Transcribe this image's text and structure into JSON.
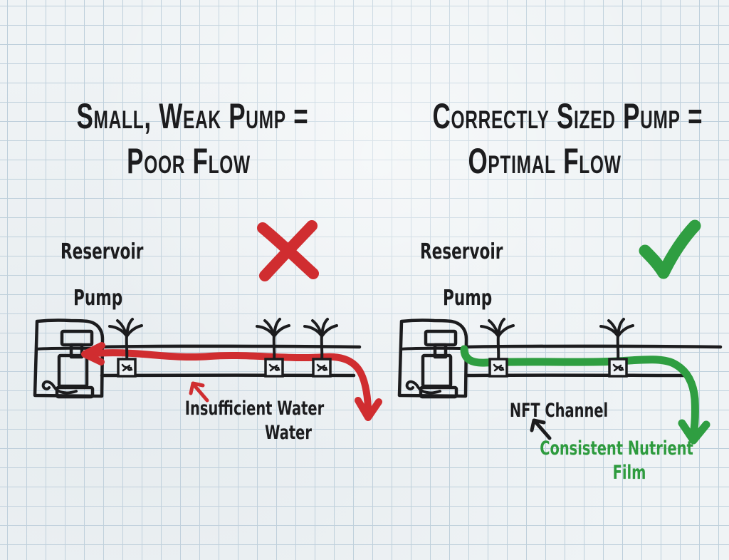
{
  "colors": {
    "paper": "#eff3f5",
    "grid": "#bdcfdb",
    "ink": "#1c1c1e",
    "red": "#d02d30",
    "green": "#2f9e41",
    "green_text": "#2e9b3e"
  },
  "left": {
    "title_line1": "Small, Weak Pump =",
    "title_line2": "Poor Flow",
    "status_mark": "red-x",
    "reservoir_label": "Reservoir",
    "pump_label": "Pump",
    "flow_note_line1": "Insufficient Water",
    "flow_note_line2": "Water"
  },
  "right": {
    "title_line1": "Correctly Sized Pump =",
    "title_line2": "Optimal Flow",
    "status_mark": "green-checkmark",
    "reservoir_label": "Reservoir",
    "pump_label": "Pump",
    "channel_label": "NFT Channel",
    "flow_note_line1": "Consistent Nutrient",
    "flow_note_line2": "Film"
  }
}
